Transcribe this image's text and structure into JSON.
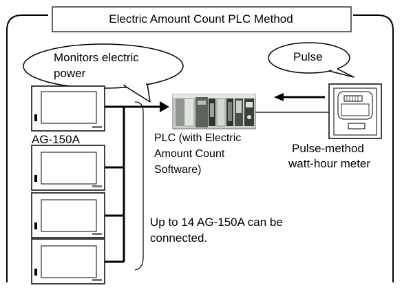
{
  "title": "Electric Amount Count PLC Method",
  "callouts": {
    "monitor": [
      "Monitors electric",
      "power"
    ],
    "pulse": "Pulse"
  },
  "devices": {
    "terminal": "AG-150A",
    "plc": [
      "PLC (with Electric",
      "Amount Count",
      "Software)"
    ],
    "meter": [
      "Pulse-method",
      "watt-hour meter"
    ]
  },
  "note": [
    "Up to 14 AG-150A can be",
    "connected."
  ],
  "icons": [
    "touch-panel-icon",
    "plc-rack-icon",
    "watt-hour-meter-icon",
    "arrow-icon"
  ],
  "colors": {
    "plc_body": "#9aa39a",
    "plc_dark": "#4a4f4a",
    "plc_light": "#d4d8d2"
  }
}
